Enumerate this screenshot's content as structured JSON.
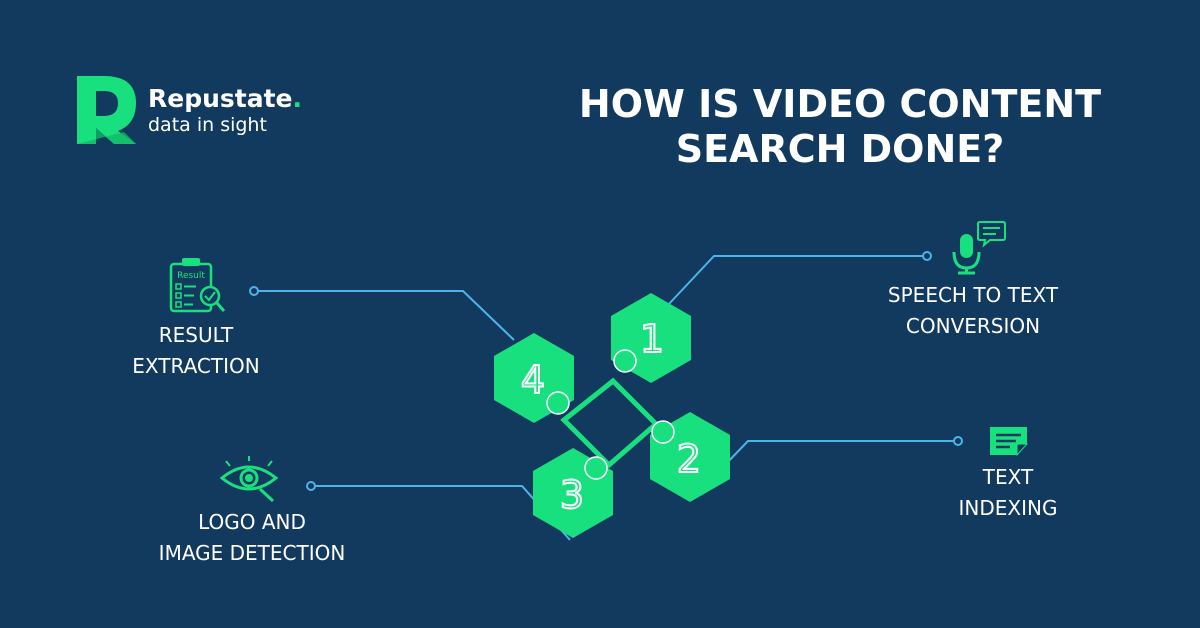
{
  "brand": {
    "name": "Repustate",
    "name_dot": ".",
    "tagline": "data in sight",
    "accent_color": "#19e07f"
  },
  "title": {
    "line1": "HOW IS VIDEO CONTENT",
    "line2": "SEARCH DONE?"
  },
  "colors": {
    "background": "#123a5f",
    "hex_fill": "#19e07f",
    "connector_line": "#4fb3ea",
    "text": "#ffffff"
  },
  "steps": [
    {
      "number": "1",
      "label_line1": "SPEECH TO TEXT",
      "label_line2": "CONVERSION",
      "icon": "microphone-chat-icon"
    },
    {
      "number": "2",
      "label_line1": "TEXT",
      "label_line2": "INDEXING",
      "icon": "document-text-icon"
    },
    {
      "number": "3",
      "label_line1": "LOGO AND",
      "label_line2": "IMAGE DETECTION",
      "icon": "eye-magnifier-icon"
    },
    {
      "number": "4",
      "label_line1": "RESULT",
      "label_line2": "EXTRACTION",
      "icon": "clipboard-result-icon"
    }
  ],
  "clipboard_text": "Result"
}
